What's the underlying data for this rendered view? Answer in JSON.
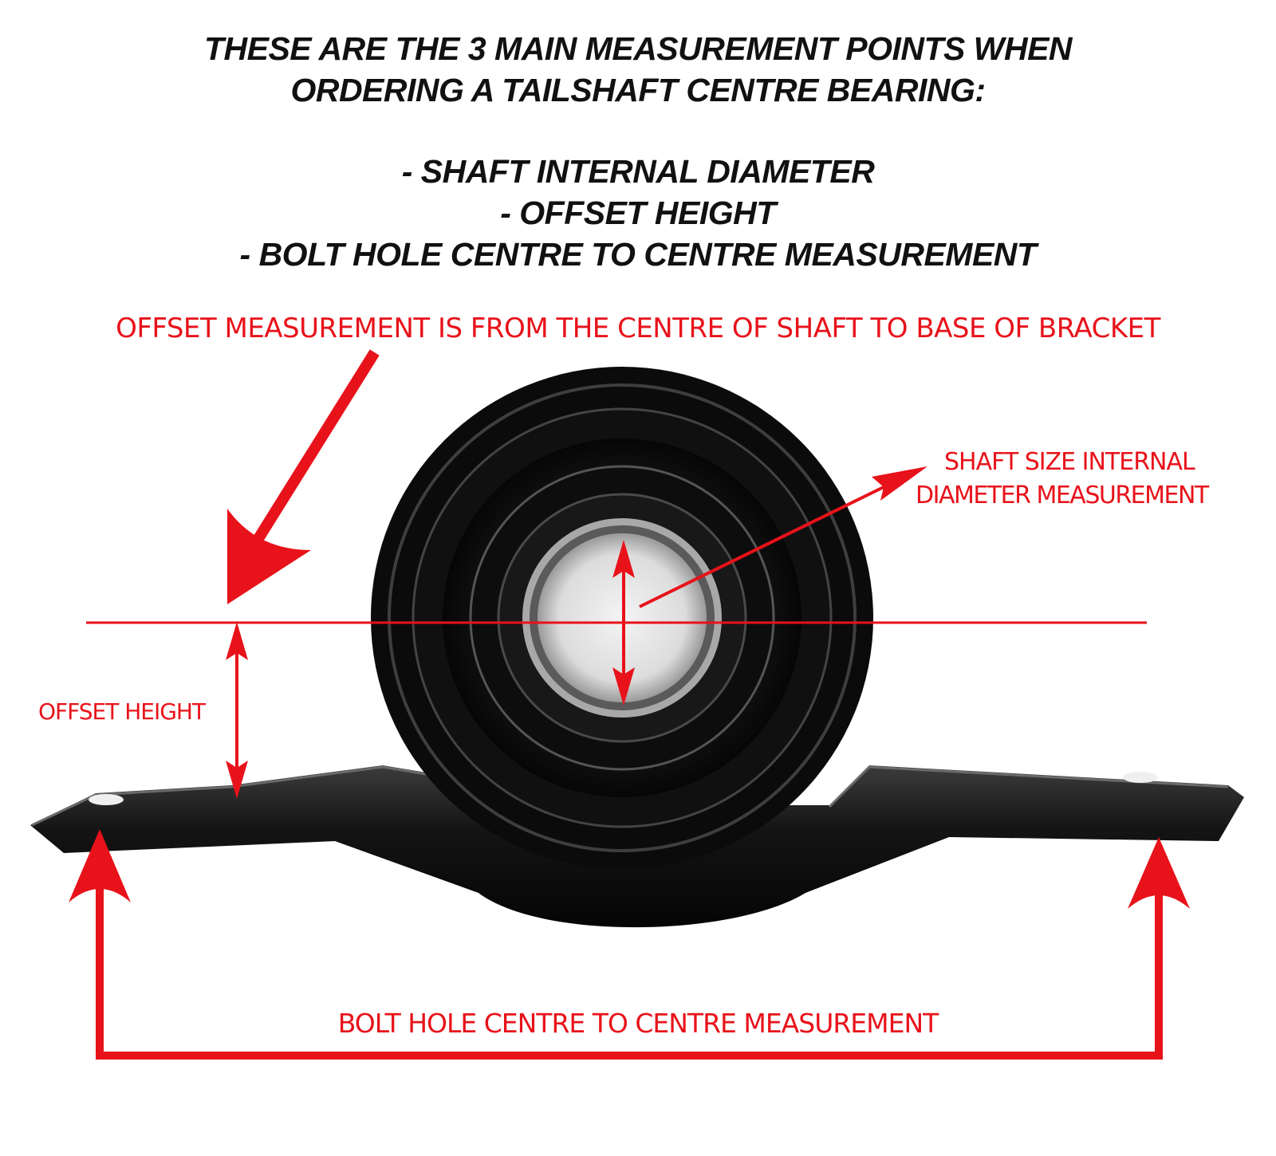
{
  "heading": {
    "line1": "THESE ARE THE 3 MAIN MEASUREMENT POINTS WHEN",
    "line2": "ORDERING A TAILSHAFT CENTRE BEARING:",
    "points": [
      "- SHAFT INTERNAL DIAMETER",
      "- OFFSET HEIGHT",
      "- BOLT HOLE CENTRE TO CENTRE MEASUREMENT"
    ]
  },
  "annotations": {
    "offset_note": "OFFSET MEASUREMENT IS FROM THE CENTRE OF SHAFT TO BASE OF BRACKET",
    "shaft_size_line1": "SHAFT SIZE INTERNAL",
    "shaft_size_line2": "DIAMETER MEASUREMENT",
    "offset_height": "OFFSET HEIGHT",
    "bolt_hole": "BOLT HOLE CENTRE TO CENTRE MEASUREMENT"
  },
  "colors": {
    "annotation_red": "#e8121a",
    "heading_text": "#111111",
    "bearing_black": "#0c0c0c"
  }
}
